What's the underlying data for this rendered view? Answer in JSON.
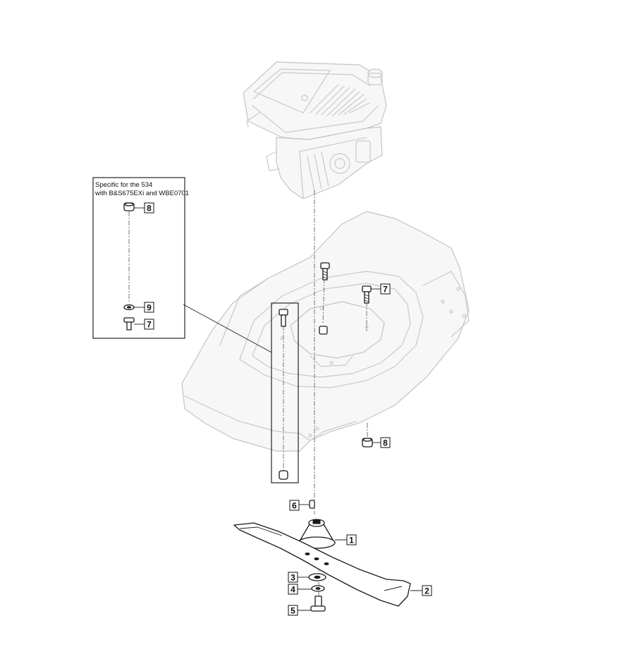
{
  "inset": {
    "note_line1": "Specific for the 534",
    "note_line2": "with B&S675EXi and WBE0701"
  },
  "callouts": {
    "blade_adapter": "1",
    "blade": "2",
    "washer": "3",
    "lock_washer": "4",
    "blade_bolt": "5",
    "key": "6",
    "engine_bolt": "7",
    "engine_nut": "8",
    "inset_bolt": "7",
    "inset_nut": "8",
    "inset_washer": "9"
  }
}
